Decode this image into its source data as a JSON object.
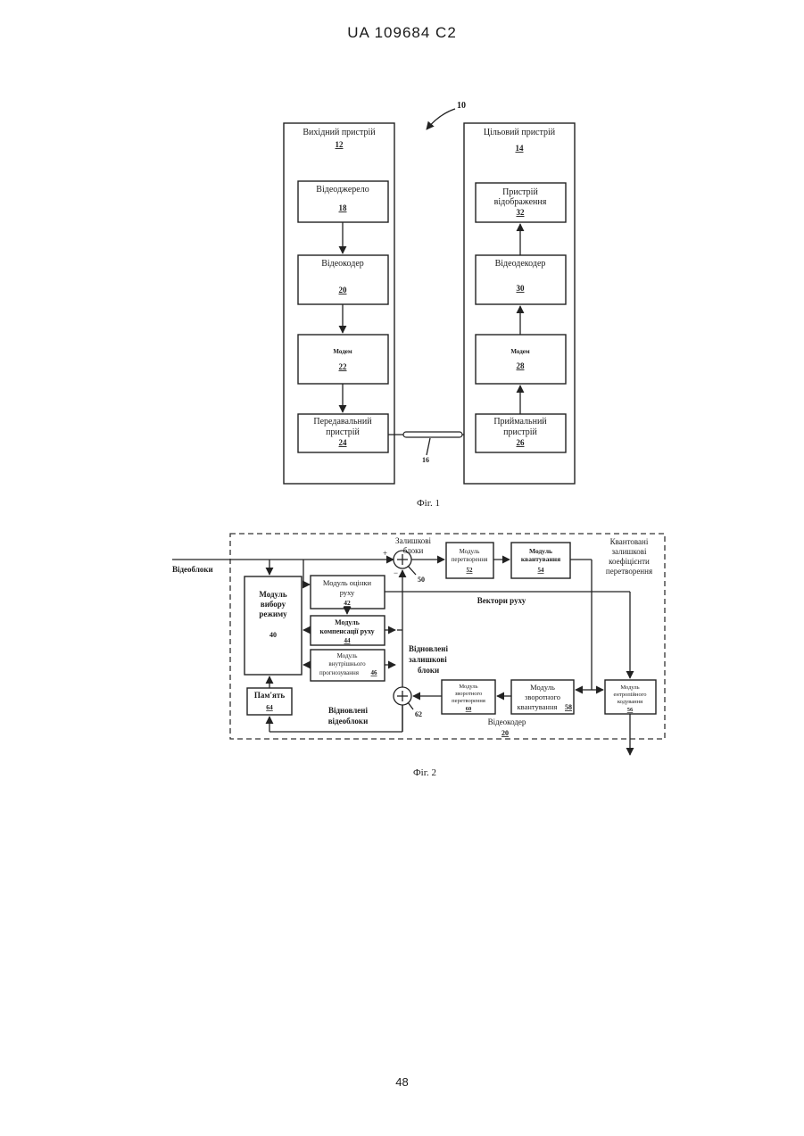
{
  "header": {
    "text": "UA   109684   C2"
  },
  "page_number": "48",
  "fig1": {
    "caption": "Фіг. 1",
    "system_ref": "10",
    "link_ref": "16",
    "source": {
      "title": "Вихідний пристрій",
      "ref": "12",
      "video_source": {
        "label": "Відеоджерело",
        "ref": "18"
      },
      "video_encoder": {
        "label": "Відеокодер",
        "ref": "20"
      },
      "modem": {
        "label": "Модем",
        "ref": "22"
      },
      "transmitter": {
        "line1": "Передавальний",
        "line2": "пристрій",
        "ref": "24"
      }
    },
    "target": {
      "title": "Цільовий пристрій",
      "ref": "14",
      "display": {
        "line1": "Пристрій",
        "line2": "відображення",
        "ref": "32"
      },
      "video_decoder": {
        "label": "Відеодекодер",
        "ref": "30"
      },
      "modem": {
        "label": "Модем",
        "ref": "28"
      },
      "receiver": {
        "line1": "Приймальний",
        "line2": "пристрій",
        "ref": "26"
      }
    }
  },
  "fig2": {
    "caption": "Фіг. 2",
    "input_label": "Відеоблоки",
    "residual_label": {
      "line1": "Залишкові",
      "line2": "блоки"
    },
    "quantized_label": {
      "line1": "Квантовані",
      "line2": "залишкові",
      "line3": "коефіцієнти",
      "line4": "перетворення"
    },
    "motion_vectors": "Вектори руху",
    "restored_residual": {
      "line1": "Відновлені",
      "line2": "залишкові",
      "line3": "блоки"
    },
    "restored_video": {
      "line1": "Відновлені",
      "line2": "відеоблоки"
    },
    "encoder_label": "Відеокодер",
    "encoder_ref": "20",
    "adder1_ref": "50",
    "adder2_ref": "62",
    "plus": "+",
    "minus": "−",
    "mode_select": {
      "line1": "Модуль",
      "line2": "вибору",
      "line3": "режиму",
      "ref": "40"
    },
    "motion_est": {
      "line1": "Модуль оцінки",
      "line2": "руху",
      "ref": "42"
    },
    "motion_comp": {
      "line1": "Модуль",
      "line2": "компенсації руху",
      "ref": "44"
    },
    "intra_pred": {
      "line1": "Модуль",
      "line2": "внутрішнього",
      "line3": "прогнозування",
      "ref": "46"
    },
    "memory": {
      "line1": "Пам'ять",
      "ref": "64"
    },
    "transform": {
      "line1": "Модуль",
      "line2": "перетворення",
      "ref": "52"
    },
    "quantization": {
      "line1": "Модуль",
      "line2": "квантування",
      "ref": "54"
    },
    "inverse_quant": {
      "line1": "Модуль",
      "line2": "зворотного",
      "line3": "квантування",
      "ref": "58"
    },
    "inverse_transform": {
      "line1": "Модуль",
      "line2": "зворотного",
      "line3": "перетворення",
      "ref": "60"
    },
    "entropy": {
      "line1": "Модуль",
      "line2": "ентропійного",
      "line3": "кодування",
      "ref": "56"
    }
  }
}
